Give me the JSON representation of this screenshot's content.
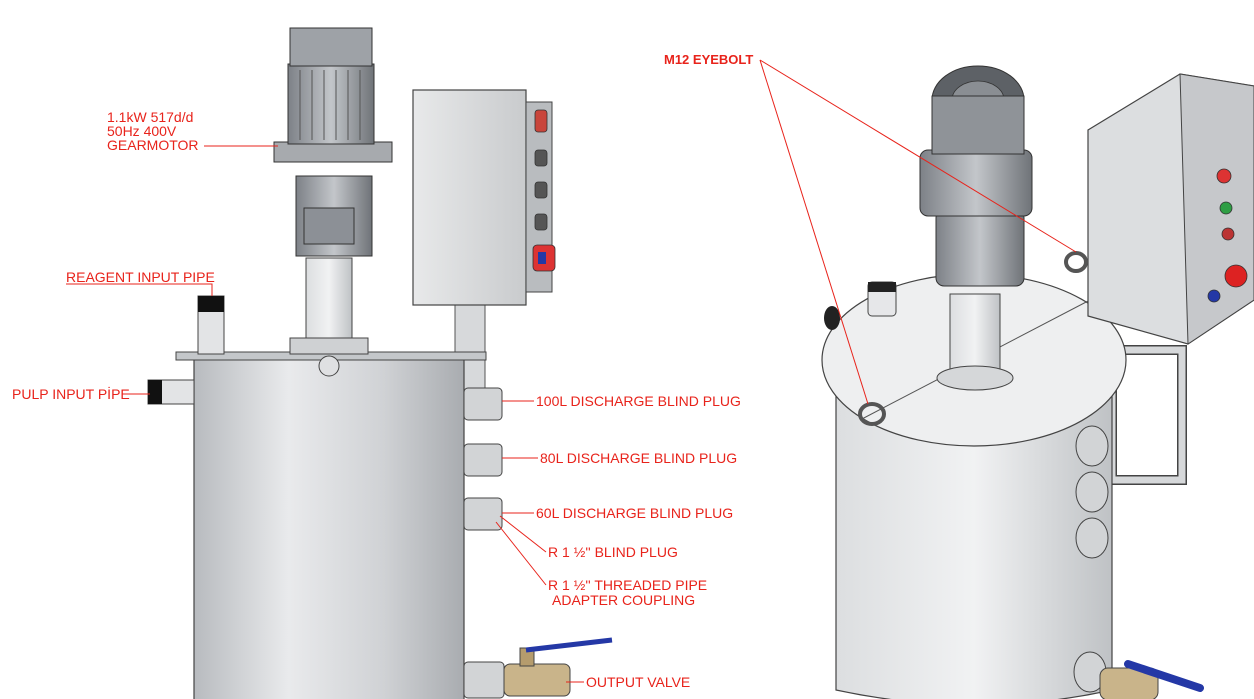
{
  "labels": {
    "gearmotor_line1": "1.1kW 517d/d",
    "gearmotor_line2": "50Hz 400V",
    "gearmotor_line3": "GEARMOTOR",
    "reagent": "REAGENT INPUT PIPE",
    "pulp": "PULP INPUT PİPE",
    "plug100": "100L DISCHARGE BLIND PLUG",
    "plug80": "80L DISCHARGE BLIND PLUG",
    "plug60": "60L DISCHARGE BLIND PLUG",
    "blind_plug": "R 1 ½'' BLIND PLUG",
    "threaded_line1": "R 1 ½'' THREADED PIPE",
    "threaded_line2": "ADAPTER COUPLING",
    "output_valve": "OUTPUT VALVE",
    "eyebolt": "M12 EYEBOLT"
  },
  "colors": {
    "annotation": "#e8231b",
    "valve_handle": "#2438a6",
    "metal": "#cfd2d6"
  }
}
